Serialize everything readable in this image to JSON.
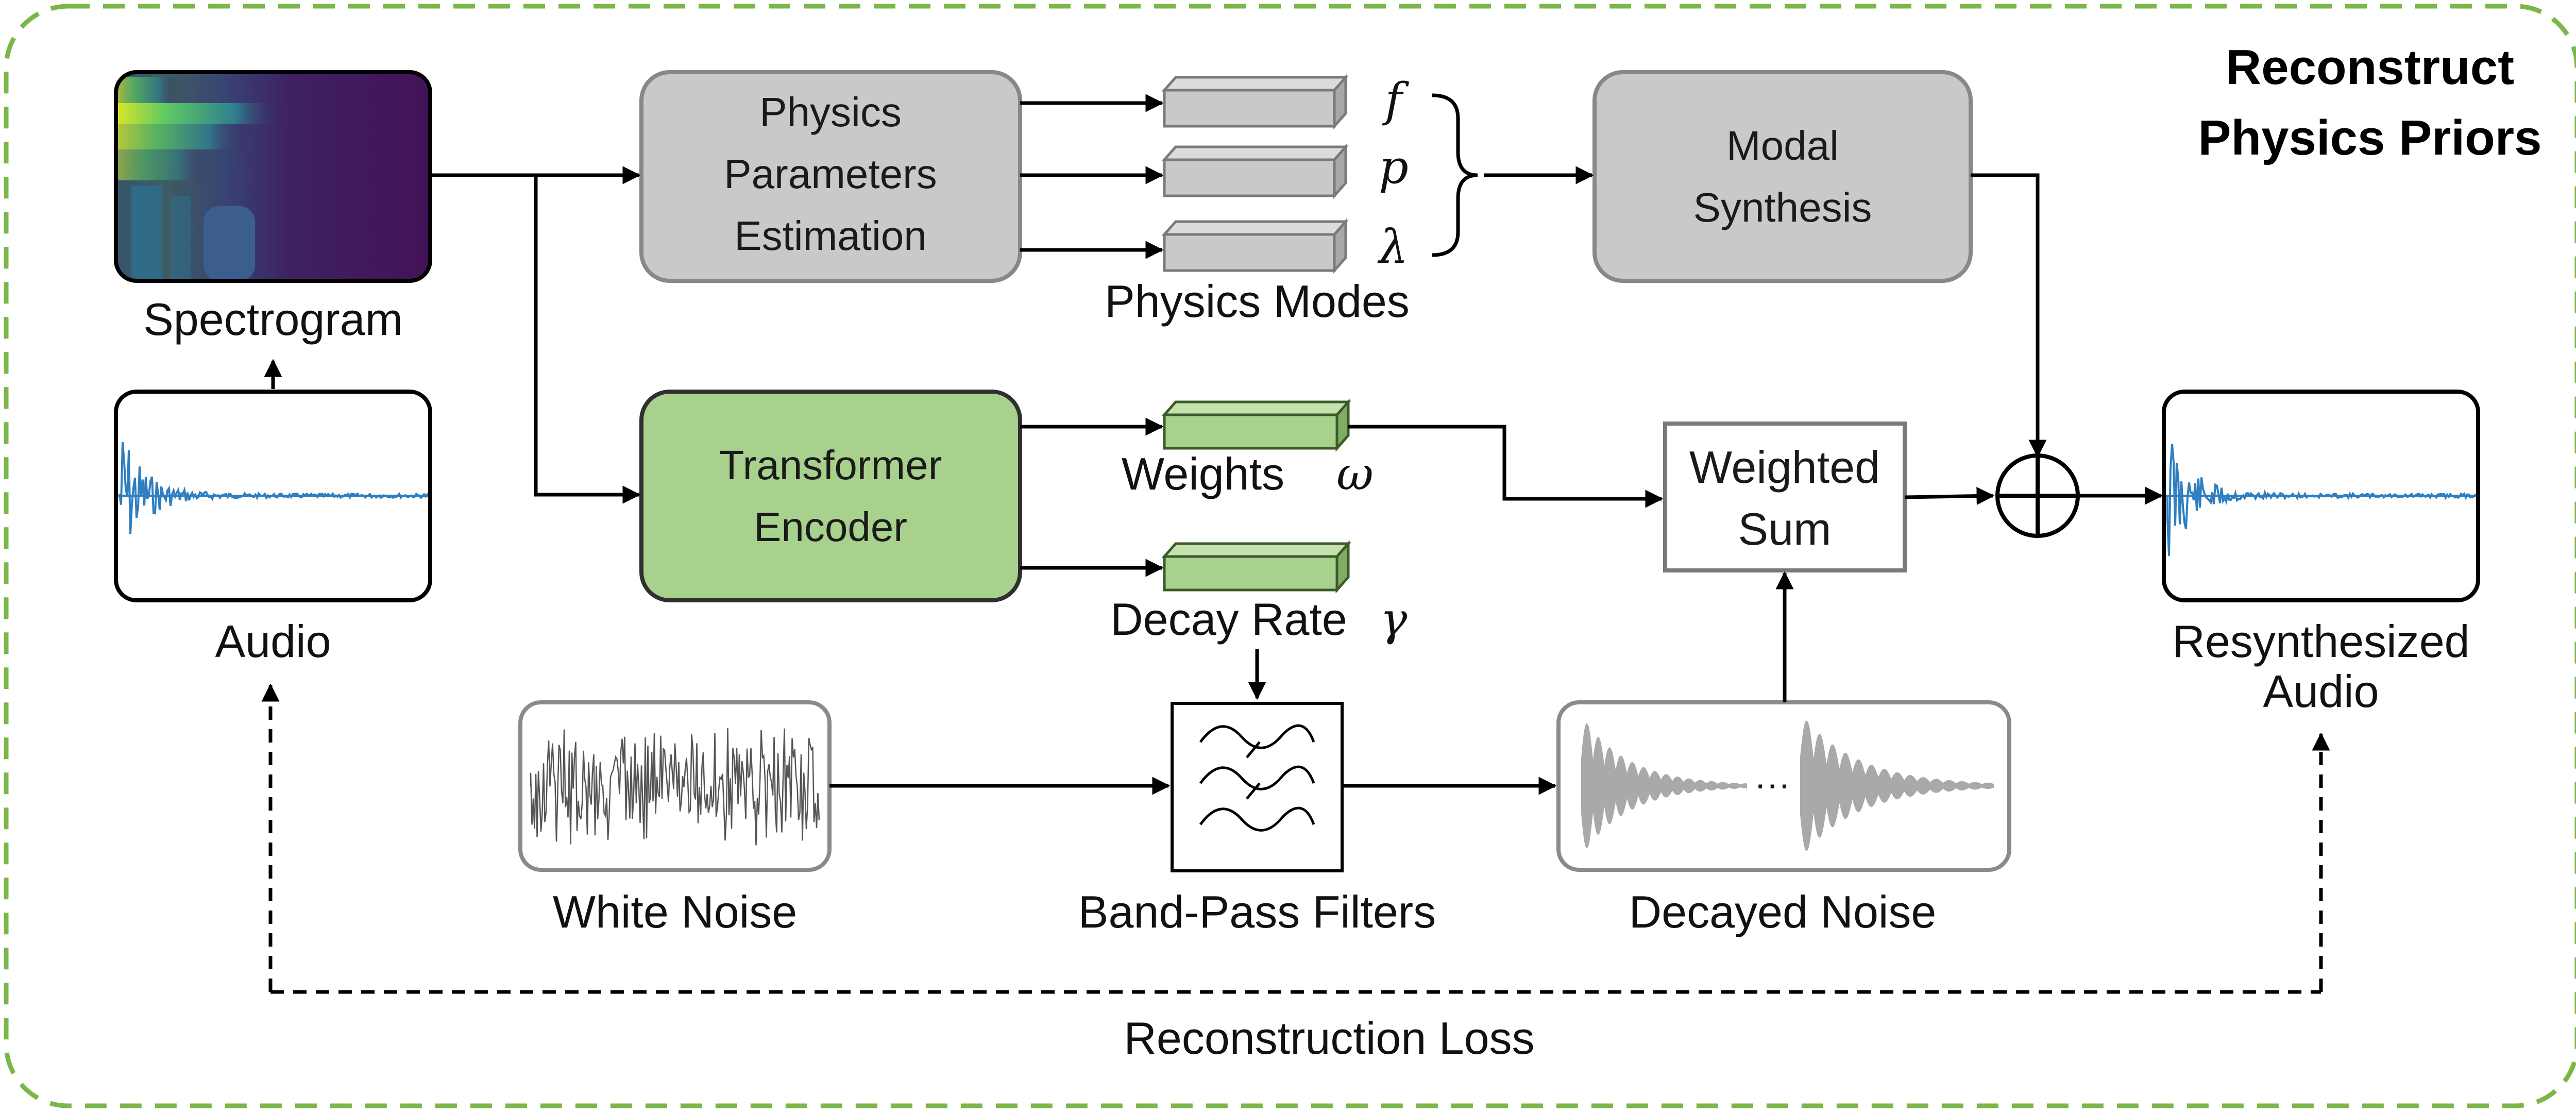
{
  "title": {
    "line1": "Reconstruct",
    "line2": "Physics Priors"
  },
  "nodes": {
    "spectrogram": {
      "label": "Spectrogram"
    },
    "audio": {
      "label": "Audio"
    },
    "physics_estimation": {
      "line1": "Physics",
      "line2": "Parameters",
      "line3": "Estimation"
    },
    "transformer": {
      "line1": "Transformer",
      "line2": "Encoder"
    },
    "physics_modes": {
      "label": "Physics Modes",
      "symbols": [
        "f",
        "p",
        "λ"
      ]
    },
    "modal_synthesis": {
      "line1": "Modal",
      "line2": "Synthesis"
    },
    "weights": {
      "text": "Weights",
      "symbol": "ω"
    },
    "decay_rate": {
      "text": "Decay Rate",
      "symbol": "γ"
    },
    "weighted_sum": {
      "line1": "Weighted",
      "line2": "Sum"
    },
    "white_noise": {
      "label": "White Noise"
    },
    "band_pass": {
      "label": "Band-Pass Filters"
    },
    "decayed_noise": {
      "label": "Decayed Noise",
      "ellipsis": "···"
    },
    "resynthesized": {
      "line1": "Resynthesized",
      "line2": "Audio"
    },
    "loss": {
      "label": "Reconstruction Loss"
    }
  },
  "colors": {
    "frame_dashed": "#7bb648",
    "gray_box": "#c9c9c9",
    "green_box": "#a9d18e",
    "waveform_blue": "#2e7ec0",
    "noise_gray": "#555555",
    "decay_gray": "#a9a9a9"
  },
  "icons": [
    "spectrogram-thumbnail",
    "audio-waveform",
    "white-noise-waveform",
    "band-pass-filter-icon",
    "decayed-noise-waveform",
    "summation-icon"
  ]
}
